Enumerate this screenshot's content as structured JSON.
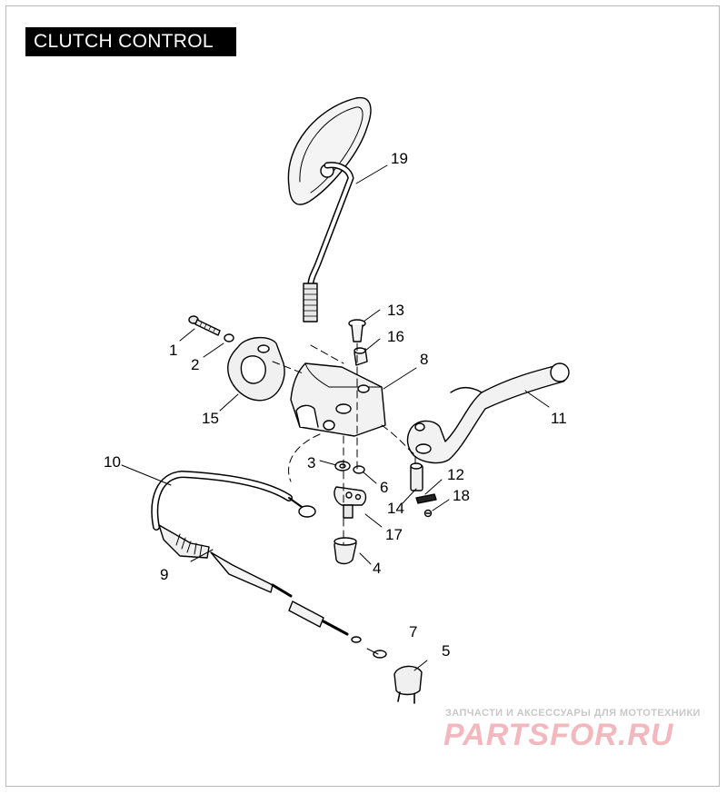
{
  "title": "CLUTCH CONTROL",
  "callouts": [
    {
      "id": "c1",
      "label": "1"
    },
    {
      "id": "c2",
      "label": "2"
    },
    {
      "id": "c3",
      "label": "3"
    },
    {
      "id": "c4",
      "label": "4"
    },
    {
      "id": "c5",
      "label": "5"
    },
    {
      "id": "c6",
      "label": "6"
    },
    {
      "id": "c7",
      "label": "7"
    },
    {
      "id": "c8",
      "label": "8"
    },
    {
      "id": "c9",
      "label": "9"
    },
    {
      "id": "c10",
      "label": "10"
    },
    {
      "id": "c11",
      "label": "11"
    },
    {
      "id": "c12",
      "label": "12"
    },
    {
      "id": "c13",
      "label": "13"
    },
    {
      "id": "c14",
      "label": "14"
    },
    {
      "id": "c15",
      "label": "15"
    },
    {
      "id": "c16",
      "label": "16"
    },
    {
      "id": "c17",
      "label": "17"
    },
    {
      "id": "c18",
      "label": "18"
    },
    {
      "id": "c19",
      "label": "19"
    }
  ],
  "watermark": {
    "tagline": "ЗАПЧАСТИ И АКСЕССУАРЫ ДЛЯ МОТОТЕХНИКИ",
    "brand": "PARTSFOR.RU"
  }
}
